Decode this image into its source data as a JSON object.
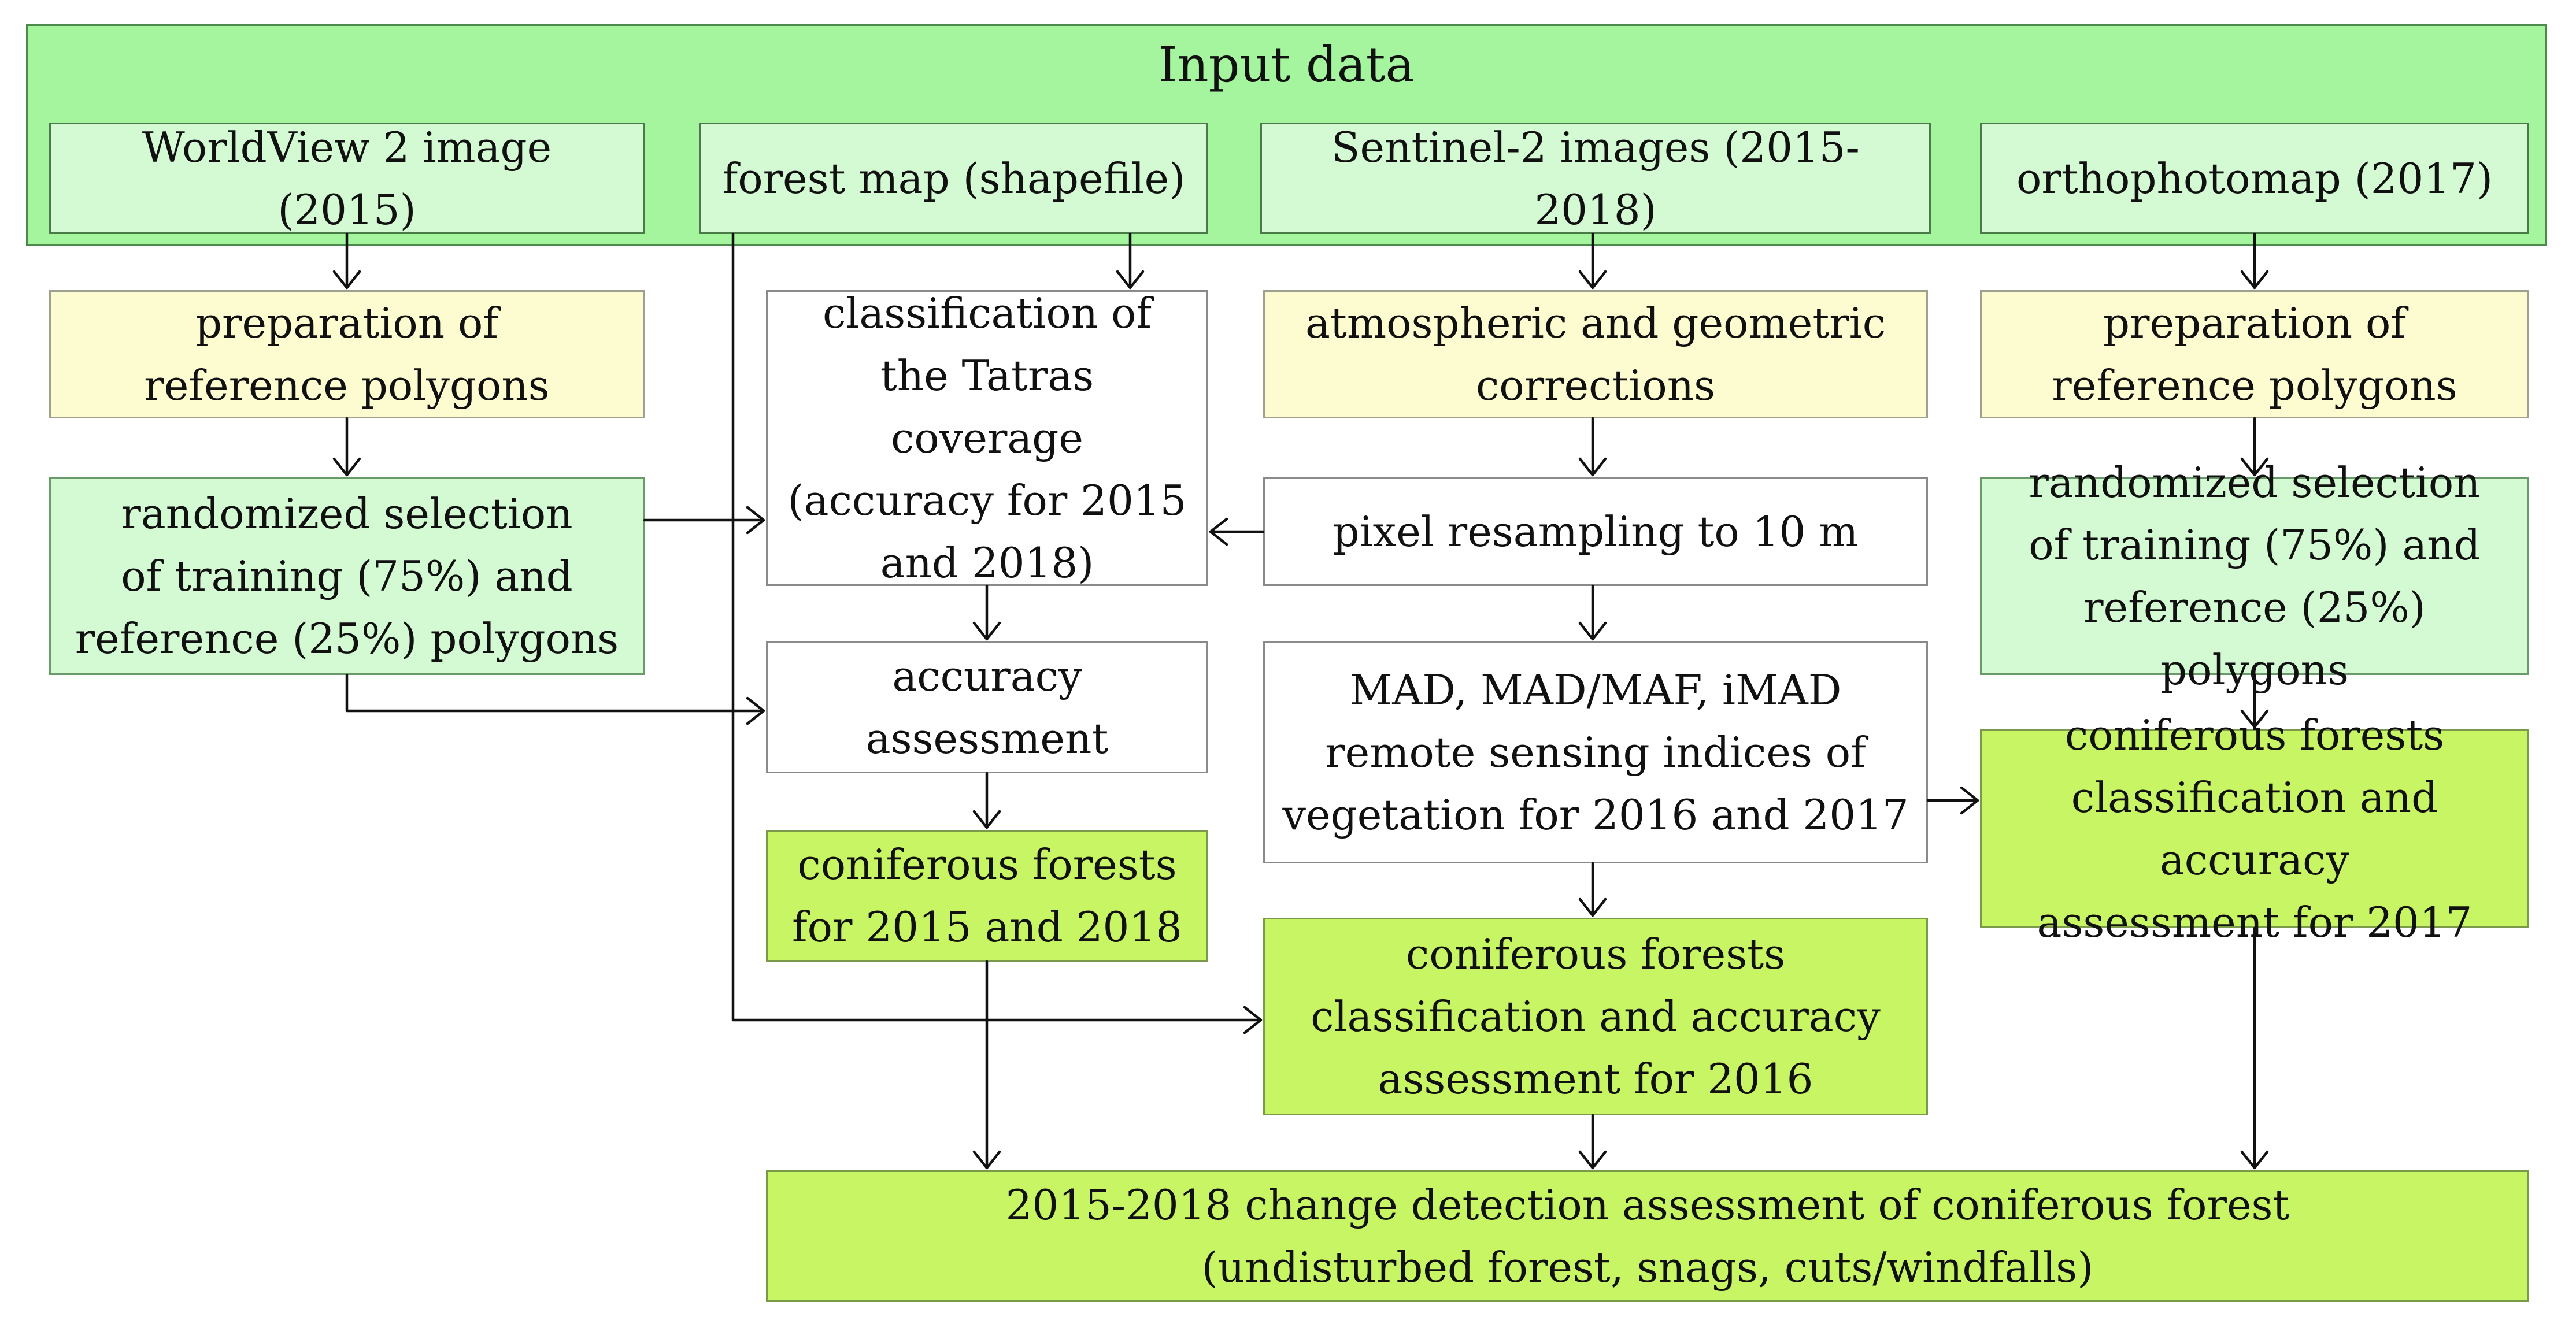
{
  "title": "Input data",
  "inputs": {
    "worldview": "WorldView 2 image (2015)",
    "forest_map": "forest map (shapefile)",
    "sentinel": "Sentinel-2 images (2015-2018)",
    "orthophoto": "orthophotomap (2017)"
  },
  "nodes": {
    "prep_left": [
      "preparation of",
      "reference polygons"
    ],
    "random_left": [
      "randomized selection",
      "of training (75%) and",
      "reference (25%) polygons"
    ],
    "classification": [
      "classification of",
      "the Tatras coverage",
      "(accuracy for 2015",
      "and 2018)"
    ],
    "accuracy": [
      "accuracy",
      "assessment"
    ],
    "conif_2015_2018": [
      "coniferous forests",
      "for 2015 and 2018"
    ],
    "atmos": [
      "atmospheric and geometric",
      "corrections"
    ],
    "resampling": [
      "pixel resampling to 10 m"
    ],
    "mad": [
      "MAD, MAD/MAF, iMAD",
      "remote sensing indices of",
      "vegetation for 2016 and 2017"
    ],
    "conif_2016": [
      "coniferous forests",
      "classification and accuracy",
      "assessment for 2016"
    ],
    "prep_right": [
      "preparation of",
      "reference polygons"
    ],
    "random_right": [
      "randomized selection",
      "of training (75%) and",
      "reference (25%) polygons"
    ],
    "conif_2017": [
      "coniferous forests",
      "classification and accuracy",
      "assessment for 2017"
    ],
    "change": [
      "2015-2018 change detection assessment of coniferous forest",
      "(undisturbed forest, snags, cuts/windfalls)"
    ]
  },
  "colors": {
    "input_frame": "#a4f59e",
    "light_green": "#d4fad4",
    "yellow": "#fdfbd0",
    "lime": "#c8f564",
    "white": "#ffffff",
    "arrow": "#111111"
  }
}
